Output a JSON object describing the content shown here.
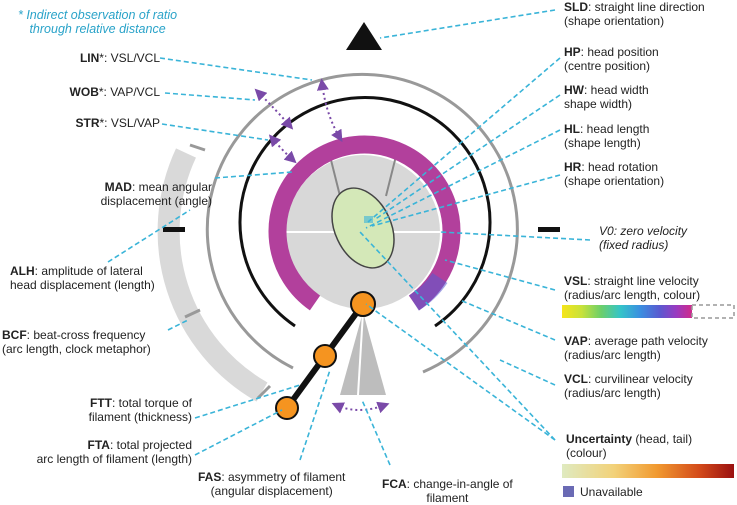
{
  "note": {
    "line1": "* Indirect observation of ratio",
    "line2": "through relative distance"
  },
  "left_labels": [
    {
      "key": "LIN",
      "text": "*: VSL/VCL"
    },
    {
      "key": "WOB",
      "text": "*: VAP/VCL"
    },
    {
      "key": "STR",
      "text": "*: VSL/VAP"
    },
    {
      "key": "MAD",
      "text": ": mean angular",
      "line2": "displacement (angle)"
    },
    {
      "key": "ALH",
      "text": ": amplitude of lateral",
      "line2": "head displacement (length)"
    },
    {
      "key": "BCF",
      "text": ": beat-cross frequency",
      "line2": "(arc length, clock metaphor)"
    },
    {
      "key": "FTT",
      "text": ": total torque of",
      "line2": "filament (thickness)"
    },
    {
      "key": "FTA",
      "text": ": total projected",
      "line2": "arc length of filament (length)"
    }
  ],
  "bottom_labels": [
    {
      "key": "FAS",
      "text": ": asymmetry of filament",
      "line2": "(angular displacement)"
    },
    {
      "key": "FCA",
      "text": ": change-in-angle of",
      "line2": "filament"
    }
  ],
  "right_labels": [
    {
      "key": "SLD",
      "text": ": straight line direction",
      "line2": "(shape orientation)"
    },
    {
      "key": "HP",
      "text": ": head position",
      "line2": "(centre position)"
    },
    {
      "key": "HW",
      "text": ": head width",
      "line2": "shape width)"
    },
    {
      "key": "HL",
      "text": ": head length",
      "line2": "(shape length)"
    },
    {
      "key": "HR",
      "text": ": head rotation",
      "line2": "(shape orientation)"
    },
    {
      "key": "V0",
      "text": ": zero velocity",
      "line2": "(fixed radius)"
    },
    {
      "key": "VSL",
      "text": ": straight line velocity",
      "line2": "(radius/arc length, colour)"
    },
    {
      "key": "VAP",
      "text": ": average path velocity",
      "line2": "(radius/arc length)"
    },
    {
      "key": "VCL",
      "text": ": curvilinear velocity",
      "line2": "(radius/arc length)"
    },
    {
      "key": "Uncertainty",
      "text": " (head, tail)",
      "line2": "(colour)"
    }
  ],
  "legend": {
    "unavailable": "Unavailable"
  },
  "colors": {
    "magenta": "#b2409c",
    "head_fill": "#d4e8b8",
    "orange": "#f59420",
    "cyan_leader": "#3ab4d8",
    "purple_arrow": "#7a4aa8",
    "unavailable": "#6a6ab4"
  }
}
